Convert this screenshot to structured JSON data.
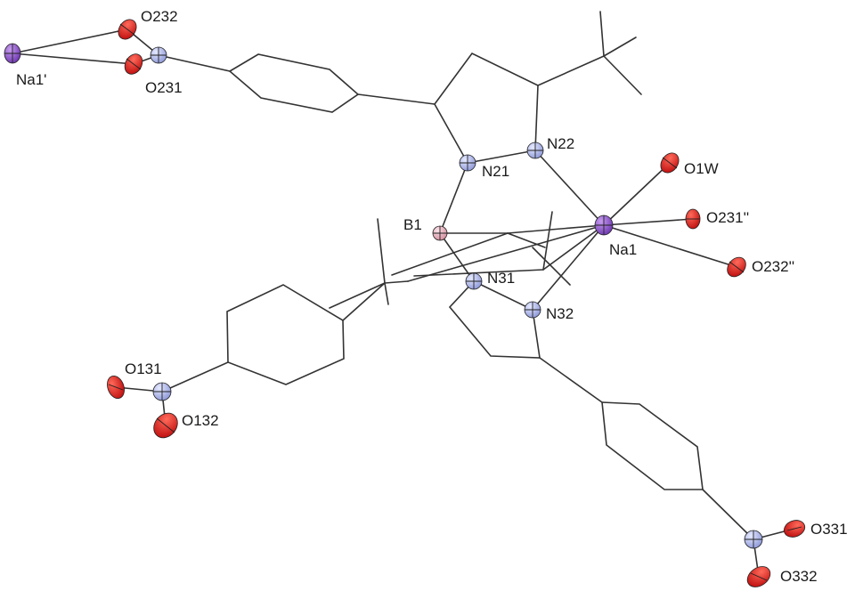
{
  "labels": {
    "o232_top": "O232",
    "na1_prime": "Na1'",
    "o231_top": "O231",
    "n22": "N22",
    "n21": "N21",
    "o1w": "O1W",
    "b1": "B1",
    "o231_pp": "O231''",
    "na1": "Na1",
    "o232_pp": "O232''",
    "n31": "N31",
    "n32": "N32",
    "o131": "O131",
    "o132": "O132",
    "o331": "O331",
    "o332": "O332"
  },
  "colors": {
    "nitrogen": "#9aa6e0",
    "oxygen": "#e0201b",
    "sodium": "#8a52cc",
    "boron": "#e7a7b6",
    "bond": "#333333"
  }
}
